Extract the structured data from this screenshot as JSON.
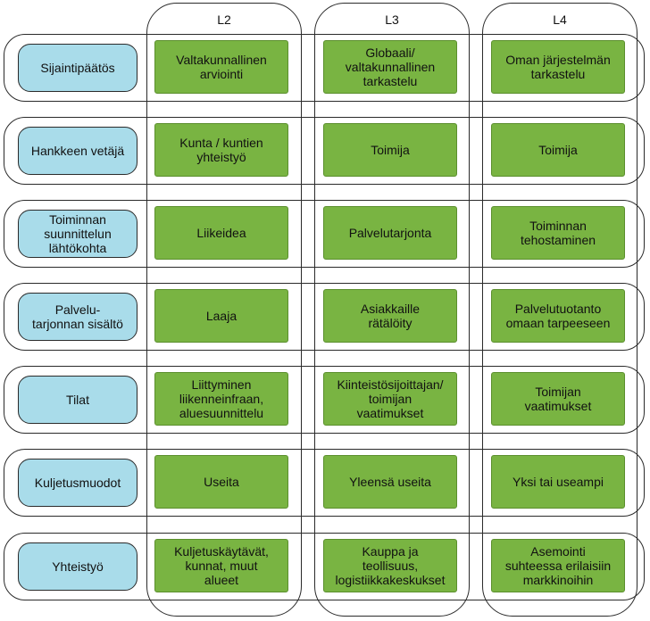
{
  "columns": [
    {
      "label": "L2"
    },
    {
      "label": "L3"
    },
    {
      "label": "L4"
    }
  ],
  "rows": [
    {
      "label": "Sijaintipäätös",
      "cells": [
        "Valtakunnallinen\narviointi",
        "Globaali/\nvaltakunnallinen\ntarkastelu",
        "Oman järjestelmän\ntarkastelu"
      ]
    },
    {
      "label": "Hankkeen vetäjä",
      "cells": [
        "Kunta / kuntien\nyhteistyö",
        "Toimija",
        "Toimija"
      ]
    },
    {
      "label": "Toiminnan\nsuunnittelun\nlähtökohta",
      "cells": [
        "Liikeidea",
        "Palvelutarjonta",
        "Toiminnan\ntehostaminen"
      ]
    },
    {
      "label": "Palvelu-\ntarjonnan sisältö",
      "cells": [
        "Laaja",
        "Asiakkaille\nrätälöity",
        "Palvelutuotanto\nomaan tarpeeseen"
      ]
    },
    {
      "label": "Tilat",
      "cells": [
        "Liittyminen\nliikenneinfraan,\naluesuunnittelu",
        "Kiinteistösijoittajan/\ntoimijan\nvaatimukset",
        "Toimijan\nvaatimukset"
      ]
    },
    {
      "label": "Kuljetusmuodot",
      "cells": [
        "Useita",
        "Yleensä useita",
        "Yksi tai useampi"
      ]
    },
    {
      "label": "Yhteistyö",
      "cells": [
        "Kuljetuskäytävät,\nkunnat, muut\nalueet",
        "Kauppa ja\nteollisuus,\nlogistiikkakeskukset",
        "Asemointi\nsuhteessa erilaisiin\nmarkkinoihin"
      ]
    }
  ]
}
